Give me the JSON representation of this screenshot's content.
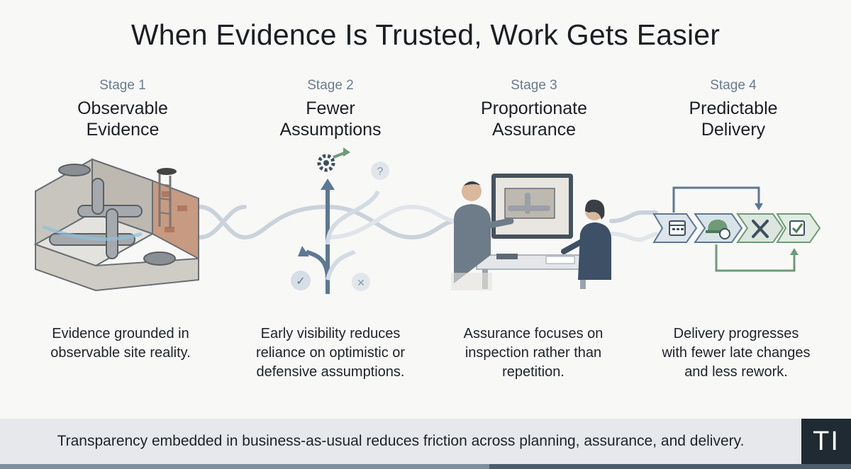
{
  "title": "When Evidence Is Trusted, Work Gets Easier",
  "stages": [
    {
      "label": "Stage 1",
      "title_line1": "Observable",
      "title_line2": "Evidence",
      "desc_line1": "Evidence grounded in",
      "desc_line2": "observable site reality.",
      "desc_line3": ""
    },
    {
      "label": "Stage 2",
      "title_line1": "Fewer",
      "title_line2": "Assumptions",
      "desc_line1": "Early visibility reduces",
      "desc_line2": "reliance on optimistic or",
      "desc_line3": "defensive assumptions."
    },
    {
      "label": "Stage 3",
      "title_line1": "Proportionate",
      "title_line2": "Assurance",
      "desc_line1": "Assurance focuses on",
      "desc_line2": "inspection rather than",
      "desc_line3": "repetition."
    },
    {
      "label": "Stage 4",
      "title_line1": "Predictable",
      "title_line2": "Delivery",
      "desc_line1": "Delivery progresses",
      "desc_line2": "with fewer late changes",
      "desc_line3": "and less rework."
    }
  ],
  "stage2_marks": {
    "question": "?",
    "check": "✓",
    "cross": "✕"
  },
  "footer": {
    "text": "Transparency embedded in business-as-usual reduces friction across planning, assurance, and delivery.",
    "logo": "TI"
  },
  "icons": [
    "utility-chamber-icon",
    "gear-arrow-icon",
    "question-icon",
    "check-icon",
    "cross-icon",
    "review-meeting-icon",
    "calendar-icon",
    "hardhat-clock-icon",
    "tools-icon",
    "checkbox-icon"
  ],
  "colors": {
    "title": "#1b1f24",
    "stage_label": "#6a7c8e",
    "flow": "#b7c3cf",
    "arrow": "#5d7893",
    "green": "#6f9a78",
    "footer_bg": "#e6e8ec",
    "logo_bg": "#1f2a33"
  }
}
